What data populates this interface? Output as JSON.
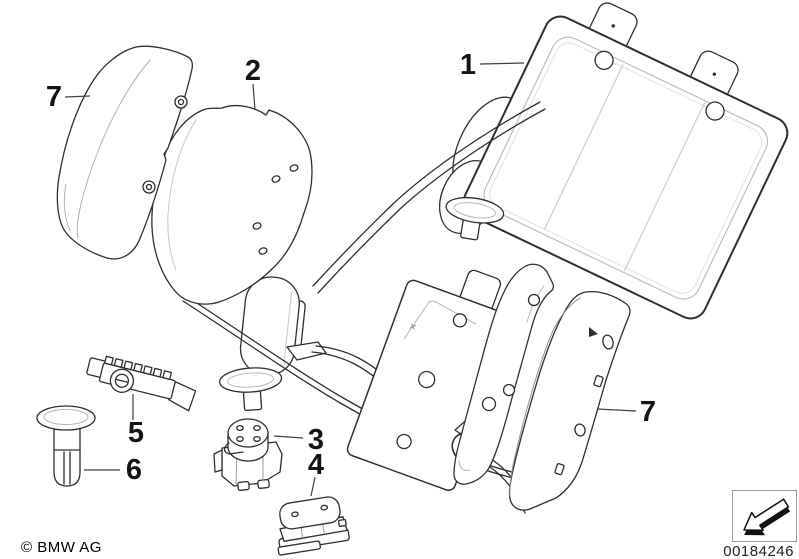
{
  "page": {
    "background": "#ffffff"
  },
  "drawing": {
    "stroke_color": "#2e2e2e",
    "detail_color": "#b8b8b8",
    "leader_color": "#3f3f3f"
  },
  "callouts": [
    {
      "label": "1"
    },
    {
      "label": "2"
    },
    {
      "label": "3"
    },
    {
      "label": "4"
    },
    {
      "label": "5"
    },
    {
      "label": "6"
    },
    {
      "label": "7"
    },
    {
      "label": "7"
    }
  ],
  "footer": {
    "copyright": "© BMW AG",
    "image_number": "00184246"
  },
  "icons": {
    "direction_arrow": {
      "name": "direction-of-travel-arrow",
      "glyph": "↙"
    }
  }
}
